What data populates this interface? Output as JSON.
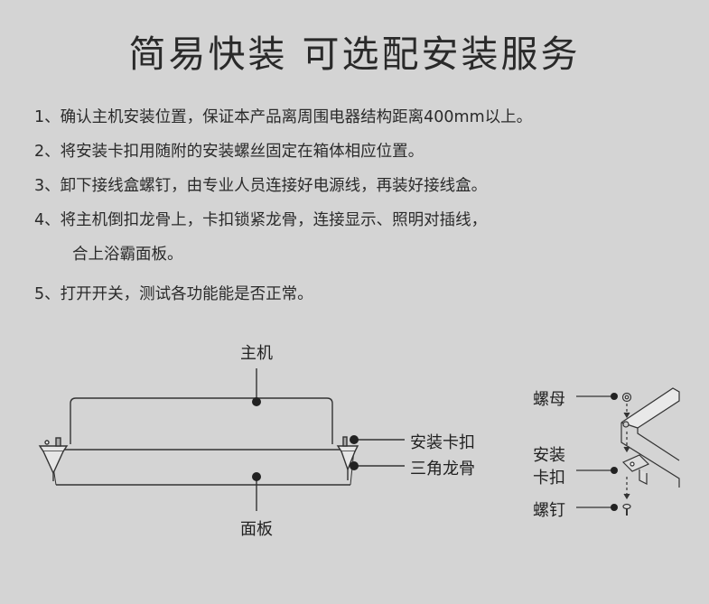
{
  "title": "简易快装 可选配安装服务",
  "steps": [
    {
      "num": "1、",
      "text": "确认主机安装位置，保证本产品离周围电器结构距离400mm以上。"
    },
    {
      "num": "2、",
      "text": "将安装卡扣用随附的安装螺丝固定在箱体相应位置。"
    },
    {
      "num": "3、",
      "text": "卸下接线盒螺钉，由专业人员连接好电源线，再装好接线盒。"
    },
    {
      "num": "4、",
      "text": "将主机倒扣龙骨上，卡扣锁紧龙骨，连接显示、照明对插线，"
    },
    {
      "num": "",
      "text": "合上浴霸面板。"
    },
    {
      "num": "5、",
      "text": "打开开关，测试各功能能是否正常。"
    }
  ],
  "diagram": {
    "label_main_unit": "主机",
    "label_clip": "安装卡扣",
    "label_keel": "三角龙骨",
    "label_panel": "面板"
  },
  "detail": {
    "label_nut": "螺母",
    "label_clip_line1": "安装",
    "label_clip_line2": "卡扣",
    "label_screw": "螺钉"
  }
}
